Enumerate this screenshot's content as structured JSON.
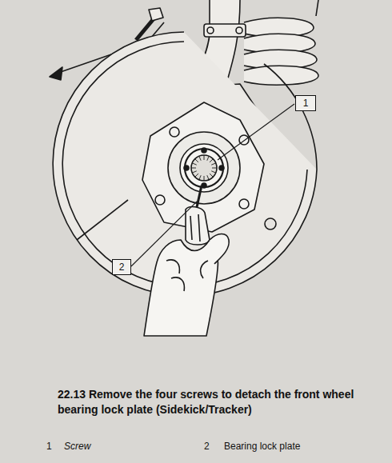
{
  "diagram": {
    "caption": "22.13 Remove the four screws to detach the front wheel bearing lock plate (Sidekick/Tracker)",
    "nodes": [
      {
        "text": [
          "1"
        ]
      },
      {
        "text": [
          "2"
        ]
      }
    ],
    "labels": [
      "1",
      "Screw",
      "2",
      "Bearing lock plate"
    ]
  }
}
